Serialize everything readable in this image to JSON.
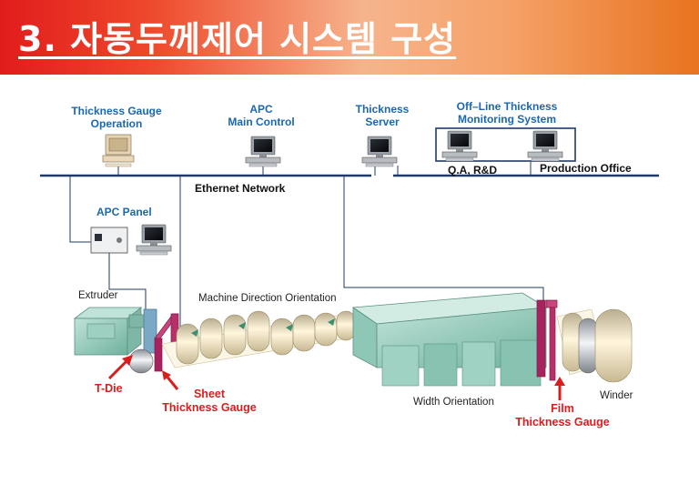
{
  "slide": {
    "title": "3. 자동두께제어 시스템 구성"
  },
  "network": {
    "nodes": [
      {
        "name": "Thickness Gauge Operation",
        "line1": "Thickness  Gauge",
        "line2": "Operation",
        "icon": "beige-computer-icon"
      },
      {
        "name": "APC Main Control",
        "line1": "APC",
        "line2": "Main Control",
        "icon": "computer-icon"
      },
      {
        "name": "Thickness Server",
        "line1": "Thickness",
        "line2": "Server",
        "icon": "computer-icon"
      },
      {
        "name": "Off-Line Thickness Monitoring System",
        "line1": "Off–Line Thickness",
        "line2": "Monitoring System",
        "icon": "computer-icon"
      }
    ],
    "offline_labels": [
      "Q.A,   R&D",
      "Production Office"
    ],
    "ethernet_label": "Ethernet Network",
    "apc_panel_label": "APC Panel"
  },
  "process": {
    "extruder": "Extruder",
    "mdo": "Machine Direction Orientation",
    "width_orientation": "Width Orientation",
    "winder": "Winder"
  },
  "callouts": {
    "t_die": "T-Die",
    "sheet_gauge_line1": "Sheet",
    "sheet_gauge_line2": "Thickness Gauge",
    "film_gauge_line1": "Film",
    "film_gauge_line2": "Thickness Gauge"
  },
  "colors": {
    "label_blue": "#1b67b0",
    "callout_red": "#d91e1e",
    "network_line": "#1f3a66",
    "machine_teal": "#8ec4b4"
  }
}
